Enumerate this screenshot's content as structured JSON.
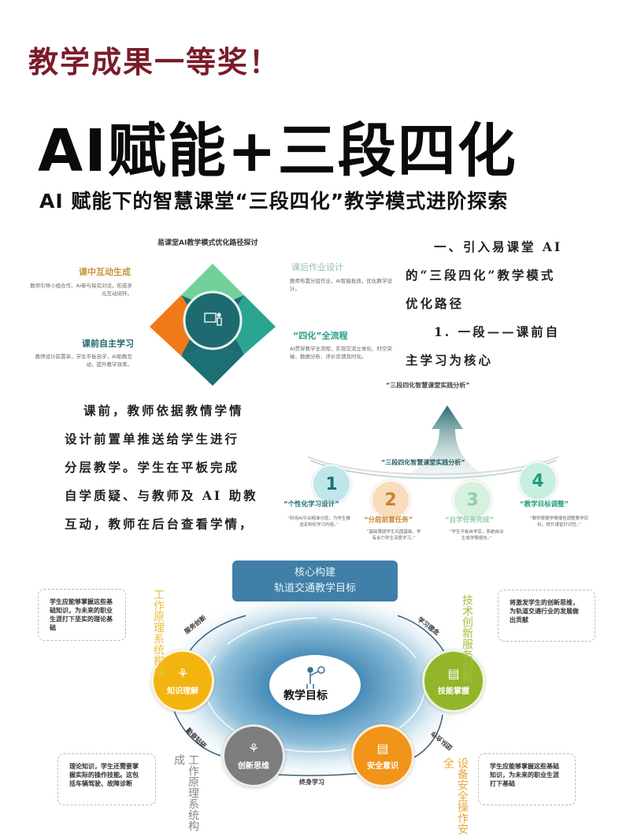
{
  "header": {
    "award": "教学成果一等奖！",
    "title": "AI赋能+三段四化",
    "subtitle": "AI 赋能下的智慧课堂“三段四化”教学模式进阶探索"
  },
  "infographic_top": {
    "title": "易课堂AI教学模式优化路径探讨",
    "center_icon": "teacher-board-icon",
    "segments": [
      {
        "heading": "课中互动生成",
        "desc": "教师引导小组合作、AI参与探究对话，形成多元互动闭环。",
        "color": "#c9923a"
      },
      {
        "heading": "课前自主学习",
        "desc": "教师设计前置单，学生平板自学，AI助教互动，提升教学效率。",
        "color": "#1f6a6e"
      },
      {
        "heading": "课后作业设计",
        "desc": "教师布置分层作业，AI智能批改，优化教学设计。",
        "color": "#8fbfb0"
      },
      {
        "heading": "“四化”全流程",
        "desc": "AI贯穿教学全流程，实现交流立体化、时空突破、数据分析、评价反馈及时化。",
        "color": "#2a9d8a"
      }
    ],
    "diamond_colors": {
      "top": "#6fcf97",
      "left": "#f07a1a",
      "right": "#2aa58f",
      "bottom": "#1c6f73",
      "center": "#1d6a70"
    }
  },
  "body": {
    "section_heading_lines": [
      "一、引入易课堂 AI",
      "的“三段四化”教学模式",
      "优化路径"
    ],
    "subsection_lines": [
      "1. 一段——课前自",
      "主学习为核心"
    ],
    "paragraph_lines": [
      "课前，教师依据教情学情",
      "设计前置单推送给学生进行",
      "分层教学。学生在平板完成",
      "自学质疑、与教师及 AI 助教",
      "互动，教师在后台查看学情，"
    ]
  },
  "infographic_mid": {
    "title": "“三段四化智慧课堂实践分析”",
    "arrow_label": "“三段四化智慧课堂实践分析”",
    "steps": [
      {
        "number": "1",
        "label": "“个性化学习设计”",
        "desc_lines": [
          "“利用AI平台精准分层，为学生推",
          "送定制化学习内容。”"
        ],
        "color": "#bfe6ea",
        "text_color": "#1d6f7a"
      },
      {
        "number": "2",
        "label": "“分层前置任务”",
        "desc_lines": [
          "“基础薄弱学生巩固基础，学",
          "有余力学生深度学习。”"
        ],
        "color": "#f8dcbc",
        "text_color": "#c9832f"
      },
      {
        "number": "3",
        "label": "“自学任务完成”",
        "desc_lines": [
          "“学生平板自学后，系统自动",
          "生成学情报告。”"
        ],
        "color": "#d8f0e0",
        "text_color": "#8fd1aa"
      },
      {
        "number": "4",
        "label": "“教学目标调整”",
        "desc_lines": [
          "“教师根据学情报告调整教学目",
          "标，提升课堂针对性。”"
        ],
        "color": "#c8eee0",
        "text_color": "#1e9c7e"
      }
    ]
  },
  "diagram_bottom": {
    "core_lines": [
      "核心构建",
      "轨道交通教学目标"
    ],
    "center_label": "教学目标",
    "nodes": [
      {
        "label": "知识理解",
        "icon": "person-icon",
        "color": "#f4b40f"
      },
      {
        "label": "技能掌握",
        "icon": "document-icon",
        "color": "#93b52a"
      },
      {
        "label": "创新思维",
        "icon": "person-icon",
        "color": "#7d7d7d"
      },
      {
        "label": "安全意识",
        "icon": "document-icon",
        "color": "#f0941a"
      }
    ],
    "arc_labels": [
      "服务创新",
      "学习理念",
      "团队合作",
      "终身学习",
      "勤奋钻研"
    ],
    "vertical_labels": [
      {
        "cols": [
          "系统构成",
          "工作原理"
        ],
        "color": "#e7c23a"
      },
      {
        "cols": [
          "技术创新",
          "服务创新"
        ],
        "color": "#a8bf3c"
      },
      {
        "cols": [
          "设备安全",
          "操作安全"
        ],
        "color": "#e8a83a"
      },
      {
        "cols": [
          "工作原理",
          "系统构成"
        ],
        "color": "#888888"
      }
    ],
    "notes": [
      "学生应能够掌握这些基础知识，为未来的职业生涯打下坚实的理论基础",
      "将激发学生的创新思维，为轨道交通行业的发展做出贡献",
      "理论知识，学生还需要掌握实际的操作技能。这包括车辆驾驶、故障诊断",
      "学生应能够掌握这些基础知识，为未来的职业生涯打下基础"
    ]
  }
}
